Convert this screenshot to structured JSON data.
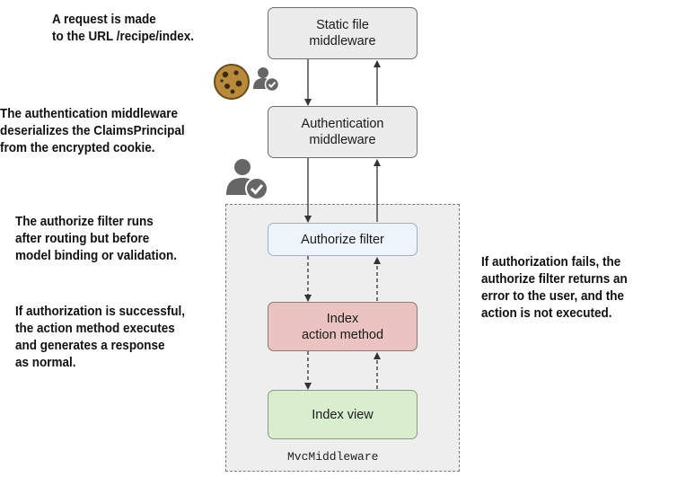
{
  "annotations": {
    "request_line1": "A request is made",
    "request_line2": "to the URL /recipe/index.",
    "auth_line1": "The authentication middleware",
    "auth_line2": "deserializes the ClaimsPrincipal",
    "auth_line3": "from the encrypted cookie.",
    "filter_line1": "The authorize filter runs",
    "filter_line2": "after routing but before",
    "filter_line3": "model binding or validation.",
    "success_line1": "If authorization is successful,",
    "success_line2": "the action method executes",
    "success_line3": "and generates a response",
    "success_line4": "as normal.",
    "fail_line1": "If authorization fails, the",
    "fail_line2": "authorize filter returns an",
    "fail_line3": "error to the user, and the",
    "fail_line4": "action is not executed."
  },
  "boxes": {
    "static_line1": "Static file",
    "static_line2": "middleware",
    "auth_line1": "Authentication",
    "auth_line2": "middleware",
    "filter": "Authorize filter",
    "action_line1": "Index",
    "action_line2": "action method",
    "view": "Index view"
  },
  "container_label": "MvcMiddleware",
  "icons": [
    "cookie-icon",
    "user-check-icon"
  ],
  "colors": {
    "middleware_fill": "#ececec",
    "filter_fill": "#eef4fc",
    "action_fill": "#ebc3c1",
    "view_fill": "#d9eecf",
    "container_fill": "#eeeeee"
  }
}
